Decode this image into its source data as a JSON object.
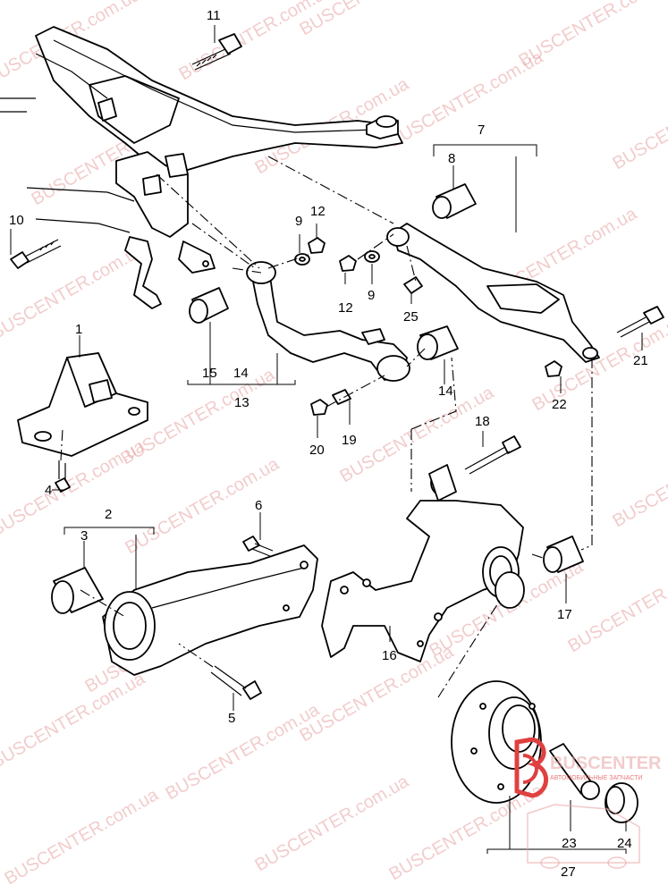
{
  "parts": {
    "p1": "1",
    "p2": "2",
    "p3": "3",
    "p4": "4",
    "p5": "5",
    "p6": "6",
    "p7": "7",
    "p8": "8",
    "p9a": "9",
    "p9b": "9",
    "p10": "10",
    "p11": "11",
    "p12a": "12",
    "p12b": "12",
    "p13": "13",
    "p14a": "14",
    "p14b": "14",
    "p15": "15",
    "p16": "16",
    "p17": "17",
    "p18": "18",
    "p19": "19",
    "p20": "20",
    "p21": "21",
    "p22": "22",
    "p23": "23",
    "p24": "24",
    "p25": "25",
    "p27": "27"
  },
  "watermark": {
    "brand": "BUSCENTER",
    "text": "BUSCENTER.com.ua",
    "logo_title": "BUSCENTER",
    "logo_subtitle": "АВТОМОБИЛЬНЫЕ ЗАПЧАСТИ",
    "color": "#e04040"
  }
}
